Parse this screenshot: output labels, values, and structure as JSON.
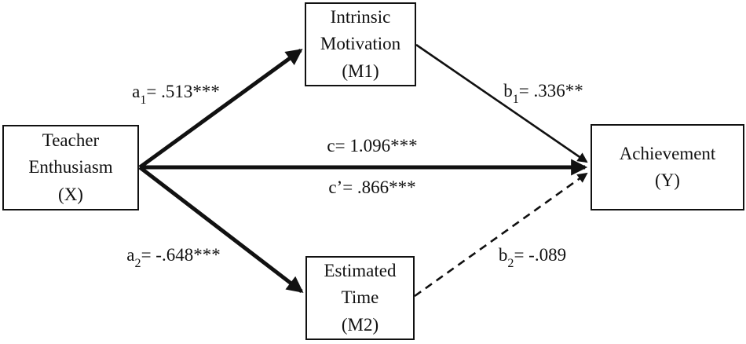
{
  "diagram": {
    "title": "mediation-path-model",
    "colors": {
      "ink": "#111111",
      "background": "#ffffff"
    },
    "boxes": {
      "x": {
        "role": "independent-variable",
        "lines": [
          "Teacher",
          "Enthusiasm",
          "(X)"
        ]
      },
      "m1": {
        "role": "mediator-1",
        "lines": [
          "Intrinsic",
          "Motivation",
          "(M1)"
        ]
      },
      "m2": {
        "role": "mediator-2",
        "lines": [
          "Estimated",
          "Time",
          "(M2)"
        ]
      },
      "y": {
        "role": "dependent-variable",
        "lines": [
          "Achievement",
          "(Y)"
        ]
      }
    },
    "paths": {
      "a1": {
        "var": "a",
        "sub": "1",
        "value": "= .513***",
        "from": "X",
        "to": "M1",
        "line_style": "bold-solid"
      },
      "b1": {
        "var": "b",
        "sub": "1",
        "value": "= .336**",
        "from": "M1",
        "to": "Y",
        "line_style": "thin-solid"
      },
      "c": {
        "var": "c",
        "sub": "",
        "value": "= 1.096***",
        "from": "X",
        "to": "Y",
        "line_style": "bold-solid"
      },
      "c_prime": {
        "var": "c’",
        "sub": "",
        "value": "= .866***",
        "from": "X",
        "to": "Y",
        "line_style": "bold-solid"
      },
      "a2": {
        "var": "a",
        "sub": "2",
        "value": "= -.648***",
        "from": "X",
        "to": "M2",
        "line_style": "bold-solid"
      },
      "b2": {
        "var": "b",
        "sub": "2",
        "value": "= -.089",
        "from": "M2",
        "to": "Y",
        "line_style": "dashed"
      }
    }
  }
}
